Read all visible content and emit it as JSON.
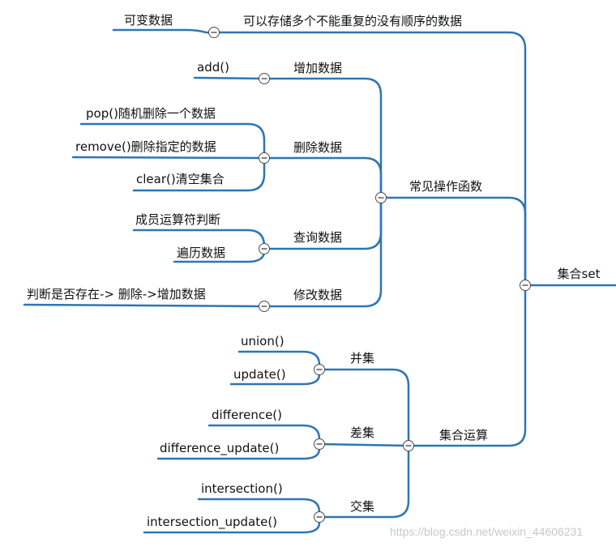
{
  "root": {
    "label": "集合set",
    "branches": [
      {
        "label": "可变数据"
      },
      {
        "label": "可以存储多个不能重复的没有顺序的数据"
      },
      {
        "label": "常见操作函数",
        "children": [
          {
            "label": "增加数据",
            "children": [
              {
                "label": "add()"
              }
            ]
          },
          {
            "label": "删除数据",
            "children": [
              {
                "label": "pop()随机删除一个数据"
              },
              {
                "label": "remove()删除指定的数据"
              },
              {
                "label": "clear()清空集合"
              }
            ]
          },
          {
            "label": "查询数据",
            "children": [
              {
                "label": "成员运算符判断"
              },
              {
                "label": "遍历数据"
              }
            ]
          },
          {
            "label": "修改数据",
            "children": [
              {
                "label": "判断是否存在-> 删除->增加数据"
              }
            ]
          }
        ]
      },
      {
        "label": "集合运算",
        "children": [
          {
            "label": "并集",
            "children": [
              {
                "label": "union()"
              },
              {
                "label": "update()"
              }
            ]
          },
          {
            "label": "差集",
            "children": [
              {
                "label": "difference()"
              },
              {
                "label": "difference_update()"
              }
            ]
          },
          {
            "label": "交集",
            "children": [
              {
                "label": "intersection()"
              },
              {
                "label": "intersection_update()"
              }
            ]
          }
        ]
      }
    ]
  },
  "watermark": "https://blog.csdn.net/weixin_44606231"
}
